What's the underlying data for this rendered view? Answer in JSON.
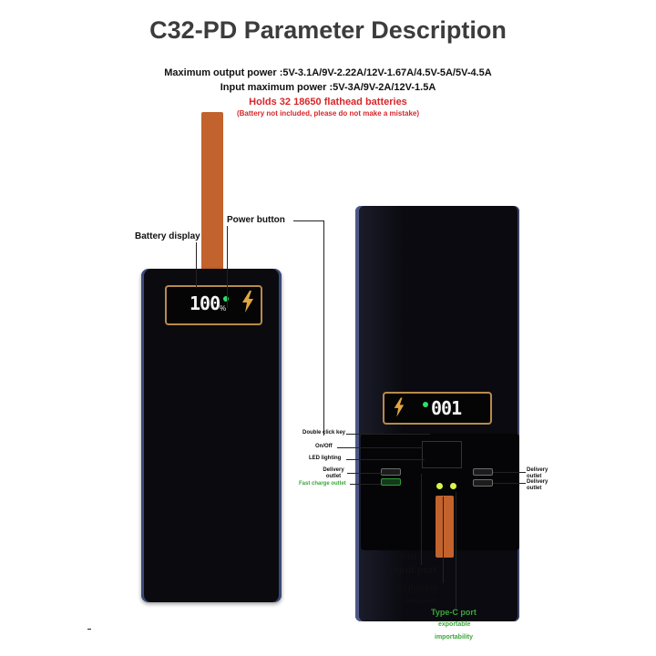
{
  "title": "C32-PD Parameter Description",
  "specs": {
    "max_output": "Maximum output power :5V-3.1A/9V-2.22A/12V-1.67A/4.5V-5A/5V-4.5A",
    "input_max": "Input maximum power :5V-3A/9V-2A/12V-1.5A",
    "battery_capacity": "Holds 32 18650 flathead batteries",
    "battery_note": "(Battery not included, please do not make a mistake)"
  },
  "left_device": {
    "battery_display_label": "Battery display",
    "power_button_label": "Power button",
    "display_value": "100",
    "display_unit": "%"
  },
  "right_device": {
    "display_value": "001",
    "labels": {
      "double_click_key": "Double click key",
      "on_off": "On/Off",
      "led_lighting": "LED lighting",
      "delivery_outlet_left": "Delivery outlet",
      "fast_charge_outlet": "Fast charge outlet",
      "delivery_outlet_right_1": "Delivery outlet",
      "delivery_outlet_right_2": "Delivery outlet",
      "micro": "micro",
      "micro_input_port": "Input port",
      "lightning": "Lightning",
      "lightning_input_port": "Input port",
      "type_c_port": "Type-C port",
      "exportable": "exportable",
      "importability": "importability"
    }
  },
  "colors": {
    "accent_red": "#d8262a",
    "accent_green": "#3aa63a",
    "strap_orange": "#c2622c",
    "display_frame_gold": "#b88a4a"
  },
  "icons": [
    "lightning-bolt-icon",
    "led-indicator-icon"
  ]
}
